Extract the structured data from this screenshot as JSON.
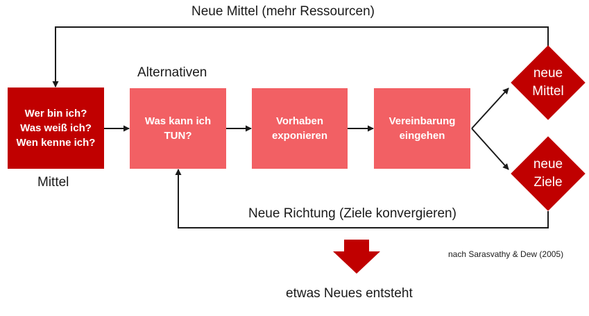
{
  "colors": {
    "dark_red": "#c00000",
    "light_red": "#f26064",
    "line": "#1a1a1a",
    "text": "#1a1a1a",
    "box_text": "#ffffff"
  },
  "top_loop_label": "Neue Mittel (mehr Ressourcen)",
  "bottom_loop_label": "Neue Richtung (Ziele konvergieren)",
  "label_alternativen": "Alternativen",
  "label_mittel": "Mittel",
  "boxes": {
    "mittel": "Wer bin ich?\nWas weiß ich?\nWen kenne ich?",
    "tun": "Was kann ich\nTUN?",
    "vorhaben": "Vorhaben\nexponieren",
    "vereinbarung": "Vereinbarung\neingehen"
  },
  "diamonds": {
    "mittel": "neue\nMittel",
    "ziele": "neue\nZiele"
  },
  "citation": "nach Sarasvathy & Dew (2005)",
  "result_label": "etwas Neues entsteht"
}
